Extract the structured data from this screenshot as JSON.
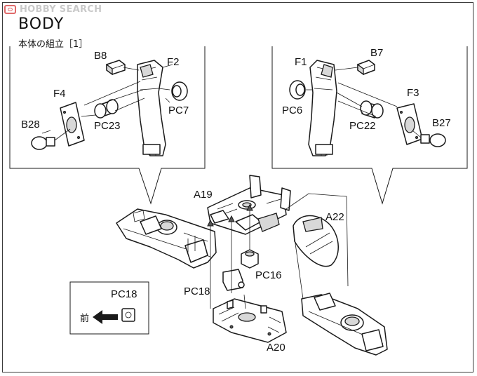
{
  "watermark": {
    "brand": "HOBBY SEARCH",
    "logo_icon": "hobby-search-logo-icon"
  },
  "title": "BODY",
  "subtitle": "本体の組立［1］",
  "labels": {
    "B8": "B8",
    "F2": "F2",
    "F4": "F4",
    "PC7": "PC7",
    "B28": "B28",
    "PC23": "PC23",
    "F1": "F1",
    "B7": "B7",
    "F3": "F3",
    "PC6": "PC6",
    "PC22": "PC22",
    "B27": "B27",
    "A19": "A19",
    "A22": "A22",
    "PC16": "PC16",
    "PC18": "PC18",
    "A20": "A20"
  },
  "legend": {
    "part": "PC18",
    "direction": "前",
    "arrow_icon": "front-direction-arrow-icon"
  },
  "colors": {
    "frame": "#3a3a3a",
    "line": "#1a1a1a",
    "shade": "#d8d8d8",
    "watermark_logo": "#e06a6a",
    "watermark_text": "#c9c9c9"
  }
}
